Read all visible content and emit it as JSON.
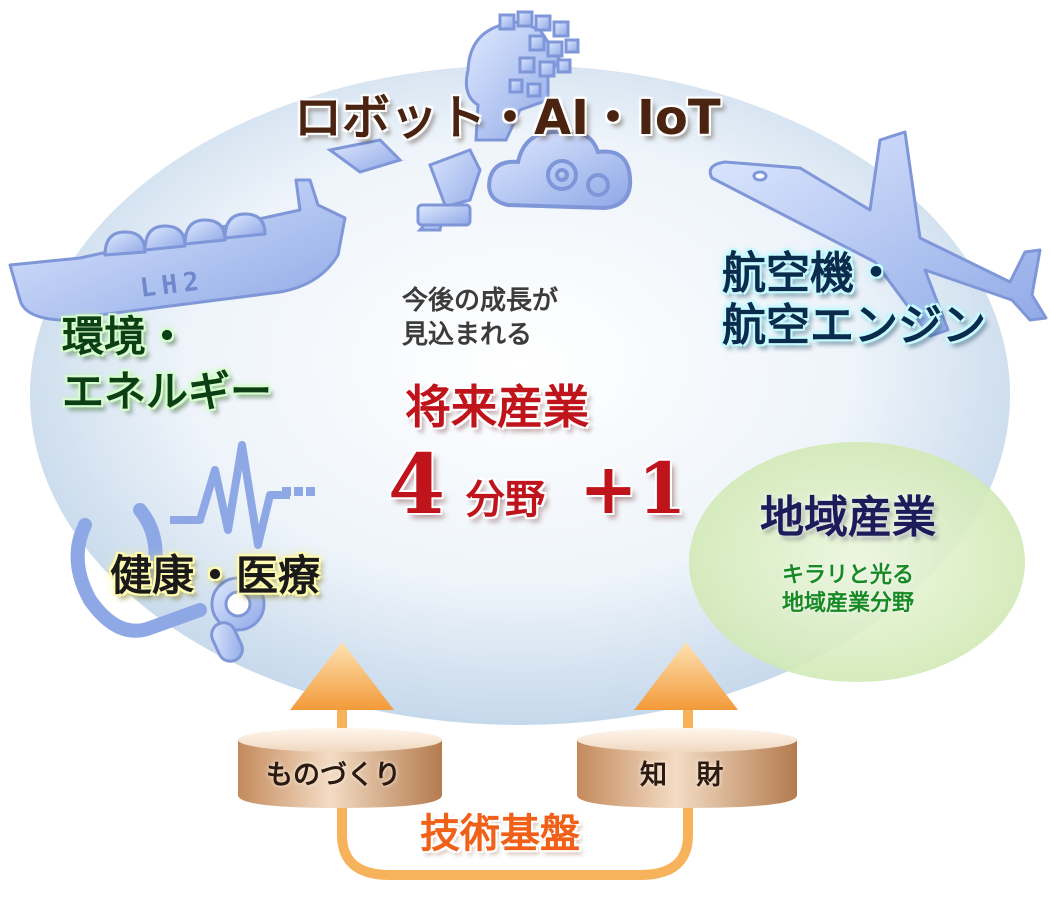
{
  "diagram": {
    "sectors": {
      "robot_ai_iot": "ロボット・AI・IoT",
      "aerospace_line1": "航空機・",
      "aerospace_line2": "航空エンジン",
      "environment_line1": "環境・",
      "environment_line2": "エネルギー",
      "health_medical": "健康・医療"
    },
    "center": {
      "subtitle_line1": "今後の成長が",
      "subtitle_line2": "見込まれる",
      "title": "将来産業",
      "count_number": "4",
      "count_unit": "分野",
      "count_plus": "+1"
    },
    "regional": {
      "title": "地域産業",
      "sub_line1": "キラリと光る",
      "sub_line2": "地域産業分野"
    },
    "ship_label": "LH2",
    "pillars": {
      "manufacturing": "ものづくり",
      "intellectual_property": "知 財"
    },
    "foundation": "技術基盤",
    "colors": {
      "ellipse_fill": "#d2e2f0",
      "sector_icon": "#8ea8e6",
      "regional_circle": "#d7ecbf",
      "arrow": "#f7b35c",
      "pillar": "#d8a77c",
      "center_title": "#c0141c"
    },
    "icons": [
      "robot-head-icon",
      "cloud-gears-icon",
      "airplane-icon",
      "lh2-ship-icon",
      "stethoscope-icon",
      "heartbeat-icon",
      "capsule-icon"
    ]
  }
}
